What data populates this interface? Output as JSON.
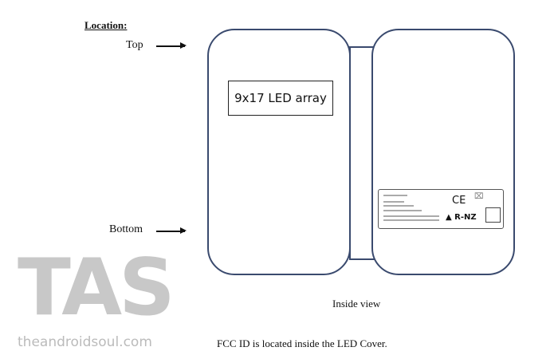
{
  "heading": "Location:",
  "top_label": "Top",
  "bottom_label": "Bottom",
  "led_box": "9x17 LED array",
  "caption": "Inside view",
  "footer": "FCC ID is located inside the LED Cover.",
  "fcc_label": {
    "ce": "CE",
    "rnz": "R-NZ"
  },
  "watermark": {
    "logo": "TAS",
    "site": "theandroidsoul.com"
  }
}
